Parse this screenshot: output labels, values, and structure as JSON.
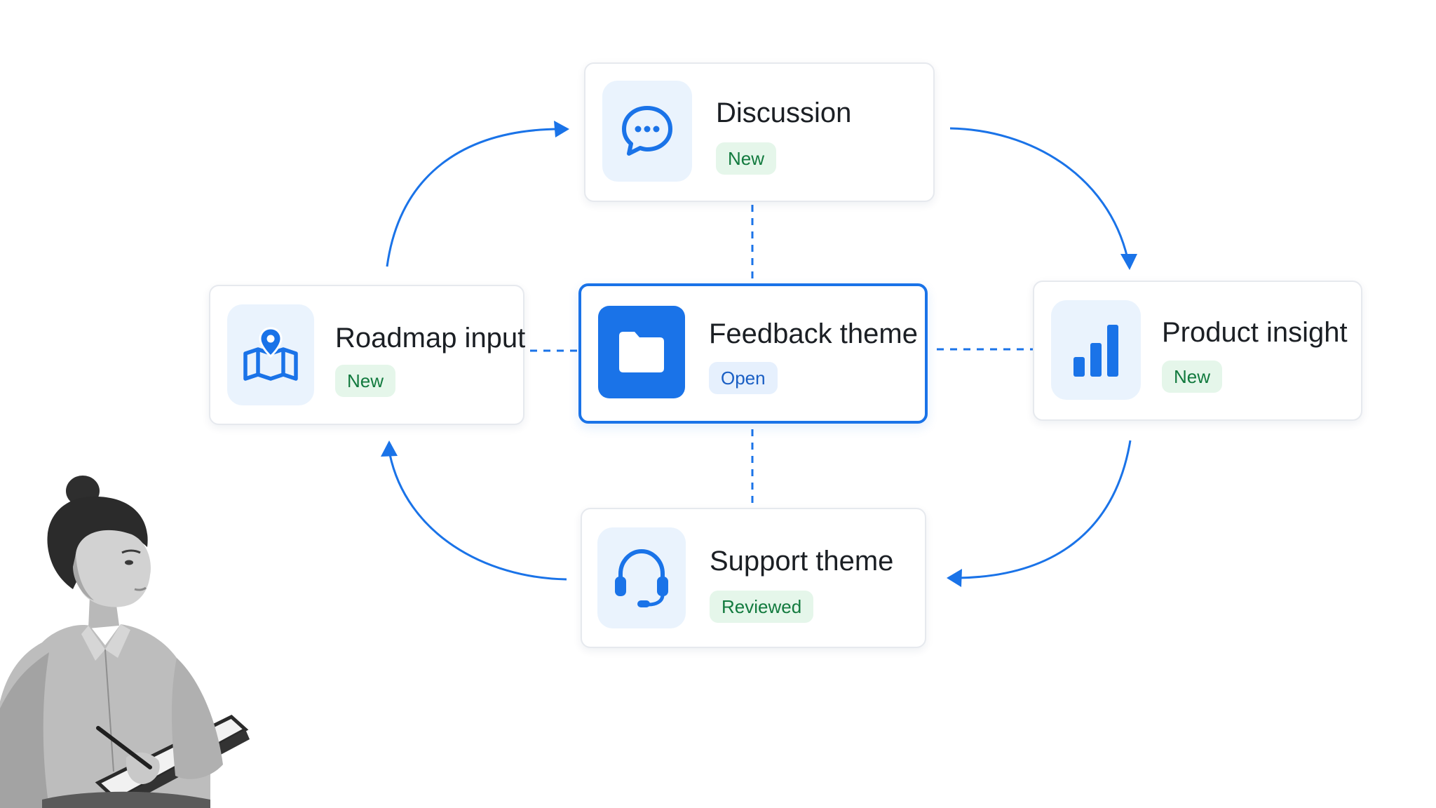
{
  "colors": {
    "accent": "#1a73e8",
    "tile_bg": "#eaf3fd",
    "badge_green_bg": "#e5f6ea",
    "badge_green_text": "#127a3e",
    "badge_blue_bg": "#e6f0fd",
    "badge_blue_text": "#1a5fc4"
  },
  "nodes": {
    "discussion": {
      "title": "Discussion",
      "status": "New",
      "icon": "chat-bubble-icon"
    },
    "roadmap_input": {
      "title": "Roadmap input",
      "status": "New",
      "icon": "map-pin-icon"
    },
    "feedback_theme": {
      "title": "Feedback theme",
      "status": "Open",
      "icon": "folder-icon"
    },
    "product_insight": {
      "title": "Product insight",
      "status": "New",
      "icon": "bar-chart-icon"
    },
    "support_theme": {
      "title": "Support theme",
      "status": "Reviewed",
      "icon": "headset-icon"
    }
  },
  "links": {
    "cycle": [
      {
        "from": "roadmap_input",
        "to": "discussion"
      },
      {
        "from": "discussion",
        "to": "product_insight"
      },
      {
        "from": "product_insight",
        "to": "support_theme"
      },
      {
        "from": "support_theme",
        "to": "roadmap_input"
      }
    ],
    "dashed": [
      {
        "from": "feedback_theme",
        "to": "discussion"
      },
      {
        "from": "feedback_theme",
        "to": "roadmap_input"
      },
      {
        "from": "feedback_theme",
        "to": "product_insight"
      },
      {
        "from": "feedback_theme",
        "to": "support_theme"
      }
    ]
  },
  "illustration": {
    "icon": "woman-writing-in-notebook-illustration"
  }
}
